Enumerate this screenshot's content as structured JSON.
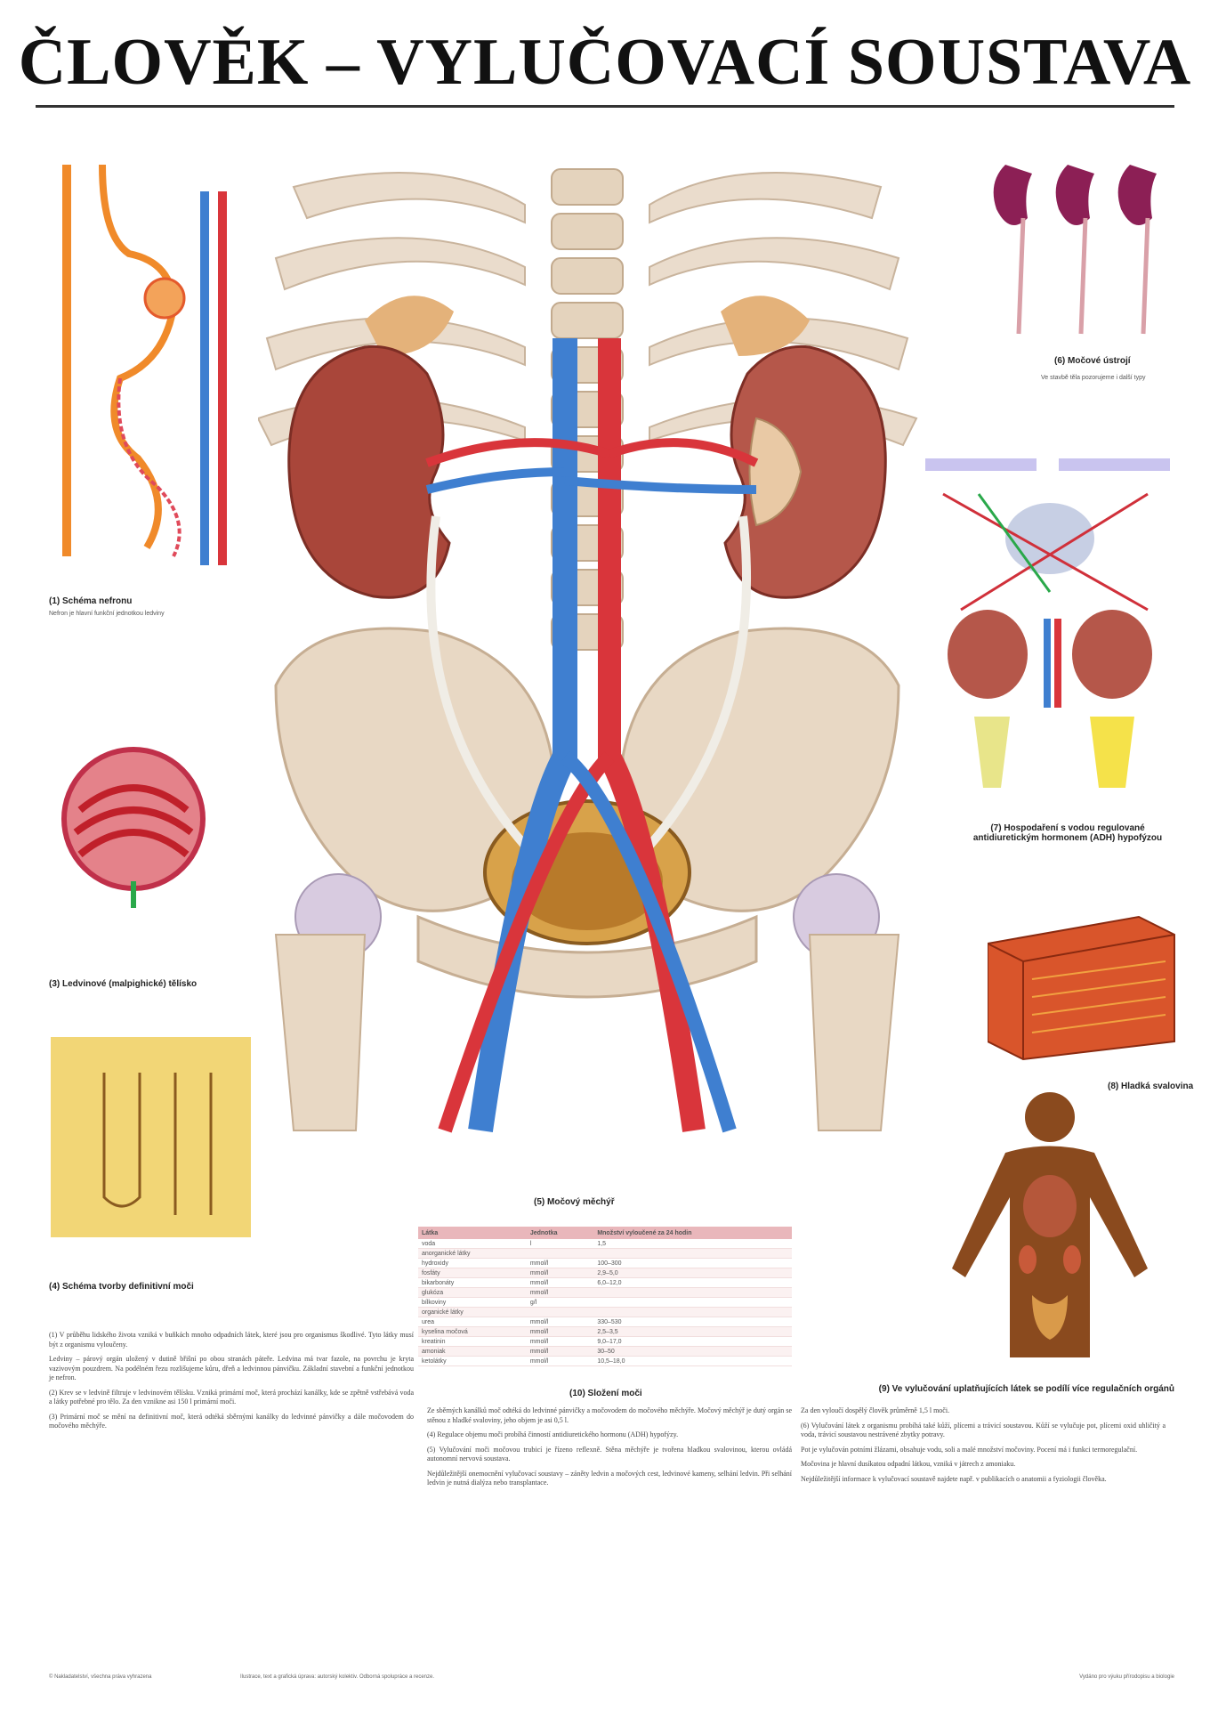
{
  "title": "ČLOVĚK – VYLUČOVACÍ SOUSTAVA",
  "panels": {
    "nephron": {
      "caption": "(1) Schéma nefronu",
      "note": "Nefron je hlavní funkční jednotkou ledviny"
    },
    "glomerulus": {
      "caption": "(3) Ledvinové (malpighické) tělísko"
    },
    "countercurrent": {
      "caption": "(4) Schéma tvorby definitivní moči"
    },
    "bladder": {
      "caption": "(5) Močový měchýř"
    },
    "kidneys_small": {
      "caption": "(6) Močové ústrojí",
      "note": "Ve stavbě těla pozorujeme i další typy"
    },
    "adh": {
      "caption": "(7) Hospodaření s vodou regulované antidiuretickým hormonem (ADH) hypofýzou"
    },
    "muscle": {
      "caption": "(8) Hladká svalovina"
    },
    "body": {
      "caption": "(9) Ve vylučování uplatňujících látek se podílí více regulačních orgánů"
    },
    "urine_table_caption": "(10) Složení moči"
  },
  "urine_table": {
    "headers": [
      "Látka",
      "Jednotka",
      "Množství vyloučené za 24 hodin"
    ],
    "rows": [
      [
        "voda",
        "l",
        "1,5"
      ],
      [
        "anorganické látky",
        "",
        ""
      ],
      [
        "hydroxidy",
        "mmol/l",
        "100–300"
      ],
      [
        "fosfáty",
        "mmol/l",
        "2,9–5,0"
      ],
      [
        "bikarbonáty",
        "mmol/l",
        "6,0–12,0"
      ],
      [
        "glukóza",
        "mmol/l",
        ""
      ],
      [
        "bílkoviny",
        "g/l",
        ""
      ],
      [
        "organické látky",
        "",
        ""
      ],
      [
        "urea",
        "mmol/l",
        "330–530"
      ],
      [
        "kyselina močová",
        "mmol/l",
        "2,5–3,5"
      ],
      [
        "kreatinin",
        "mmol/l",
        "9,0–17,0"
      ],
      [
        "amoniak",
        "mmol/l",
        "30–50"
      ],
      [
        "ketolátky",
        "mmol/l",
        "10,5–18,0"
      ]
    ]
  },
  "text_columns": [
    [
      "(1) V průběhu lidského života vzniká v buňkách mnoho odpadních látek, které jsou pro organismus škodlivé. Tyto látky musí být z organismu vyloučeny.",
      "Ledviny – párový orgán uložený v dutině břišní po obou stranách páteře. Ledvina má tvar fazole, na povrchu je kryta vazivovým pouzdrem. Na podélném řezu rozlišujeme kůru, dřeň a ledvinnou pánvičku. Základní stavební a funkční jednotkou je nefron.",
      "(2) Krev se v ledvině filtruje v ledvinovém tělísku. Vzniká primární moč, která prochází kanálky, kde se zpětně vstřebává voda a látky potřebné pro tělo. Za den vznikne asi 150 l primární moči.",
      "(3) Primární moč se mění na definitivní moč, která odtéká sběrnými kanálky do ledvinné pánvičky a dále močovodem do močového měchýře."
    ],
    [
      "Ze sběrných kanálků moč odtéká do ledvinné pánvičky a močovodem do močového měchýře. Močový měchýř je dutý orgán se stěnou z hladké svaloviny, jeho objem je asi 0,5 l.",
      "(4) Regulace objemu moči probíhá činností antidiuretického hormonu (ADH) hypofýzy.",
      "(5) Vylučování moči močovou trubicí je řízeno reflexně. Stěna měchýře je tvořena hladkou svalovinou, kterou ovládá autonomní nervová soustava.",
      "Nejdůležitější onemocnění vylučovací soustavy – záněty ledvin a močových cest, ledvinové kameny, selhání ledvin. Při selhání ledvin je nutná dialýza nebo transplantace."
    ],
    [
      "Za den vyloučí dospělý člověk průměrně 1,5 l moči.",
      "(6) Vylučování látek z organismu probíhá také kůží, plícemi a trávicí soustavou. Kůží se vylučuje pot, plícemi oxid uhličitý a voda, trávicí soustavou nestrávené zbytky potravy.",
      "Pot je vylučován potními žlázami, obsahuje vodu, soli a malé množství močoviny. Pocení má i funkci termoregulační.",
      "Močovina je hlavní dusíkatou odpadní látkou, vzniká v játrech z amoniaku.",
      "Nejdůležitější informace k vylučovací soustavě najdete např. v publikacích o anatomii a fyziologii člověka."
    ]
  ],
  "footer": {
    "left": "© Nakladatelství, všechna práva vyhrazena",
    "middle": "Ilustrace, text a grafická úprava: autorský kolektiv. Odborná spolupráce a recenze.",
    "right": "Vydáno pro výuku přírodopisu a biologie"
  },
  "colors": {
    "artery": "#d9353b",
    "vein": "#3f7fd0",
    "kidney": "#a9463a",
    "bone": "#e8d8c4",
    "bladder": "#d8a24a",
    "muscle": "#d9552b",
    "body": "#8a4a1e"
  }
}
